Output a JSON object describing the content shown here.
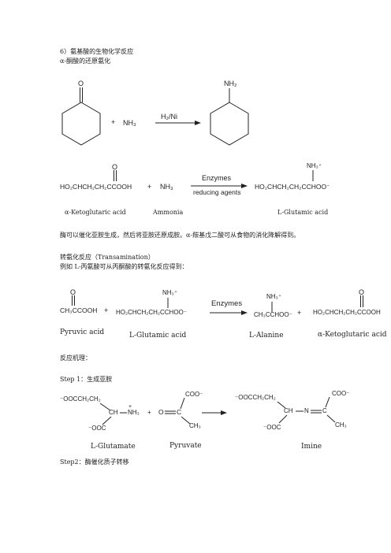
{
  "section": {
    "title": "6）氨基酸的生物化学反应",
    "subtitle": "α-酮酸的还原氨化"
  },
  "reaction1": {
    "oxygen": "O",
    "plus": "+",
    "ammonia_formula": "NH₃",
    "conditions": "H₂/Ni",
    "product_group": "NH₂"
  },
  "reaction2": {
    "reactant_oxygen": "O",
    "reactant_formula": "HO₂CHCH₂CH₂CCOOH",
    "plus": "+",
    "ammonia_formula": "NH₃",
    "enzymes": "Enzymes",
    "reducing_agents": "reducing agents",
    "product_nh3": "NH₃⁺",
    "product_formula": "HO₂CHCH₂CH₂CCHOO⁻",
    "labels": [
      "α-Ketoglutaric acid",
      "Ammonia",
      "L-Glutamic acid"
    ]
  },
  "paragraph1": "酶可以催化亚胺生成，然后将亚胺还原成胺。α-羰基戊二酸可从食物的消化降解得到。",
  "transamination": {
    "heading": "转氨化反应（Transamination）",
    "intro": "例如 L-丙氨酸可从丙酮酸的转氨化反应得到：",
    "pyruvic_oxygen": "O",
    "pyruvic_formula": "CH₃CCOOH",
    "plus1": "+",
    "glu_nh3": "NH₃⁺",
    "glu_formula": "HO₂CHCH₂CH₂CCHOO⁻",
    "enzymes": "Enzymes",
    "ala_nh3": "NH₃⁺",
    "ala_formula": "CH₃CCHOO⁻",
    "plus2": "+",
    "kg_oxygen": "O",
    "kg_formula": "HO₂CHCH₂CH₂CCOOH",
    "labels": [
      "Pyruvic acid",
      "L-Glutamic acid",
      "L-Alanine",
      "α-Ketoglutaric acid"
    ]
  },
  "mechanism": {
    "heading": "反应机理：",
    "step1": "Step 1：生成亚胺",
    "glutamate_top": "⁻OOCCH₂CH₂",
    "glutamate_ch": "CH",
    "glutamate_nh3": "NH₃",
    "glutamate_plus": "+",
    "glutamate_coo": "⁻OOC",
    "plus": "+",
    "pyruvate_coo": "COO⁻",
    "pyruvate_o": "O",
    "pyruvate_c": "C",
    "pyruvate_ch3": "CH₃",
    "imine_top": "⁻OOCCH₂CH₂",
    "imine_ch": "CH",
    "imine_n": "N",
    "imine_c": "C",
    "imine_coo_right": "COO⁻",
    "imine_coo_left": "⁻OOC",
    "imine_ch3": "CH₃",
    "labels": [
      "L-Glutamate",
      "Pyruvate",
      "Imine"
    ],
    "step2": "Step2：酶催化质子转移"
  }
}
